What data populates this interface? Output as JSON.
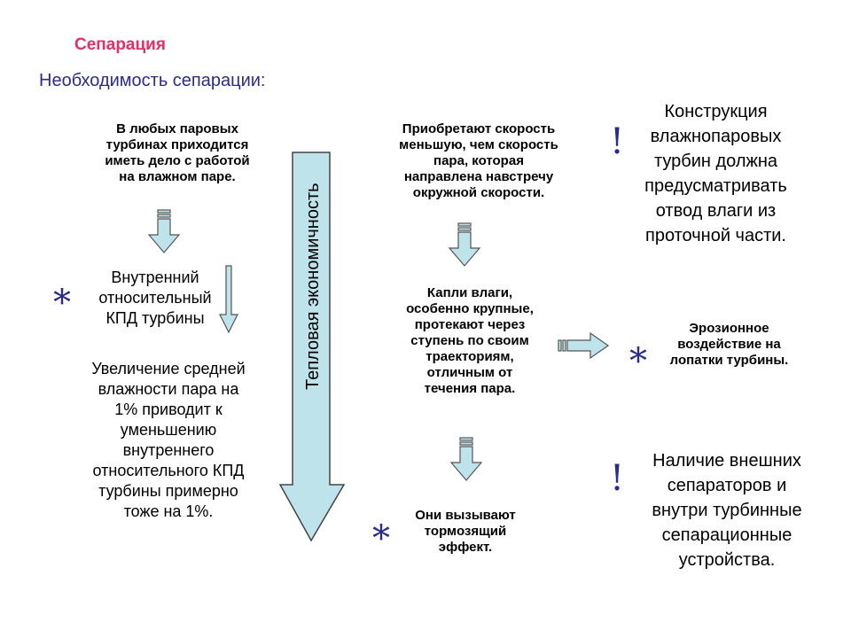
{
  "header": {
    "title": "Сепарация",
    "subtitle": "Необходимость сепарации:"
  },
  "left": {
    "block1": [
      "В любых паровых",
      "турбинах приходится",
      "иметь дело с работой",
      "на влажном паре."
    ],
    "block2": [
      "Внутренний",
      "относительный",
      "КПД турбины"
    ],
    "block3": [
      "Увеличение средней",
      "влажности пара на",
      "1% приводит к",
      "уменьшению",
      "внутреннего",
      "относительного КПД",
      "турбины примерно",
      "тоже на 1%."
    ]
  },
  "center": {
    "arrow_label": "Тепловая экономичность",
    "block1": [
      "Приобретают скорость",
      "меньшую, чем скорость",
      "пара, которая",
      "направлена навстречу",
      "окружной скорости."
    ],
    "block2": [
      "Капли влаги,",
      "особенно крупные,",
      "протекают через",
      "ступень по своим",
      "траекториям,",
      "отличным от",
      "течения пара."
    ],
    "block3": [
      "Они вызывают",
      "тормозящий",
      "эффект."
    ]
  },
  "right": {
    "block1": [
      "Конструкция",
      "влажнопаровых",
      "турбин должна",
      "предусматривать",
      "отвод влаги из",
      "проточной части."
    ],
    "block2": [
      "Эрозионное",
      "воздействие на",
      "лопатки турбины."
    ],
    "block3": [
      "Наличие внешних",
      "сепараторов и",
      "внутри турбинные",
      "сепарационные",
      "устройства."
    ]
  },
  "symbols": {
    "star": "*",
    "exclamation": "!"
  },
  "colors": {
    "title": "#e0306a",
    "subtitle": "#2b2b8c",
    "arrow_fill": "#bfe3ea",
    "arrow_stroke": "#555555"
  }
}
